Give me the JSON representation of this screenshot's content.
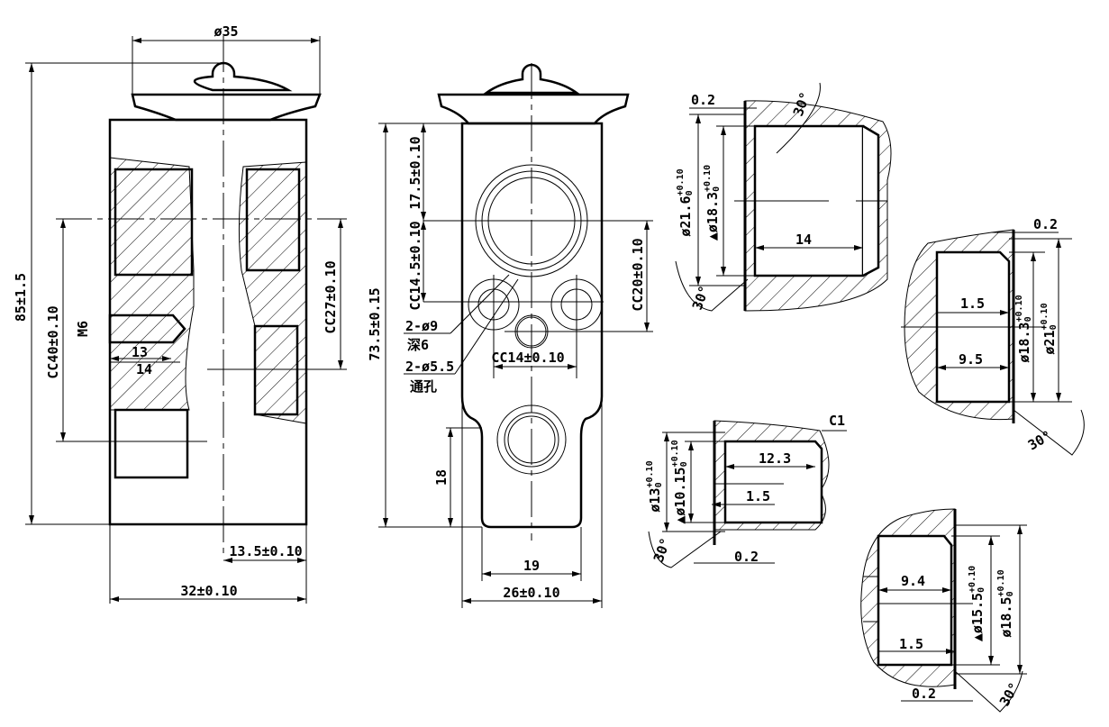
{
  "left_view": {
    "dia35": "ø35",
    "height85": "85±1.5",
    "cc40": "CC40±0.10",
    "m6": "M6",
    "d13": "13",
    "d14": "14",
    "cc27": "CC27±0.10",
    "d13_5": "13.5±0.10",
    "width32": "32±0.10"
  },
  "front_view": {
    "h73_5": "73.5±0.15",
    "d17_5": "17.5±0.10",
    "cc14_5": "CC14.5±0.10",
    "cc20": "CC20±0.10",
    "hole9": "2-ø9",
    "depth6": "深6",
    "hole5_5": "2-ø5.5",
    "through": "通孔",
    "cc14": "CC14±0.10",
    "d18": "18",
    "d19": "19",
    "width26": "26±0.10"
  },
  "detail_1": {
    "t02": "0.2",
    "angle_top": "30°",
    "dia21_6": "ø21.6",
    "dia18_3": "▲ø18.3",
    "tol_up": "+0.10",
    "tol_low": "0",
    "len14": "14",
    "angle_bottom": "30°"
  },
  "detail_2": {
    "t02": "0.2",
    "d1_5": "1.5",
    "d9_5": "9.5",
    "dia18_3": "ø18.3",
    "dia21": "ø21",
    "tol_up": "+0.10",
    "tol_low": "0",
    "angle": "30°"
  },
  "detail_3": {
    "c1": "C1",
    "d12_3": "12.3",
    "d1_5": "1.5",
    "dia13": "ø13",
    "dia10_15": "▲ø10.15",
    "tol_up": "+0.10",
    "tol_low": "0",
    "angle": "30°",
    "t02": "0.2"
  },
  "detail_4": {
    "d9_4": "9.4",
    "d1_5": "1.5",
    "dia15_5": "▲ø15.5",
    "dia18_5": "ø18.5",
    "tol_up": "+0.10",
    "tol_low": "0",
    "t02": "0.2",
    "angle": "30°"
  }
}
